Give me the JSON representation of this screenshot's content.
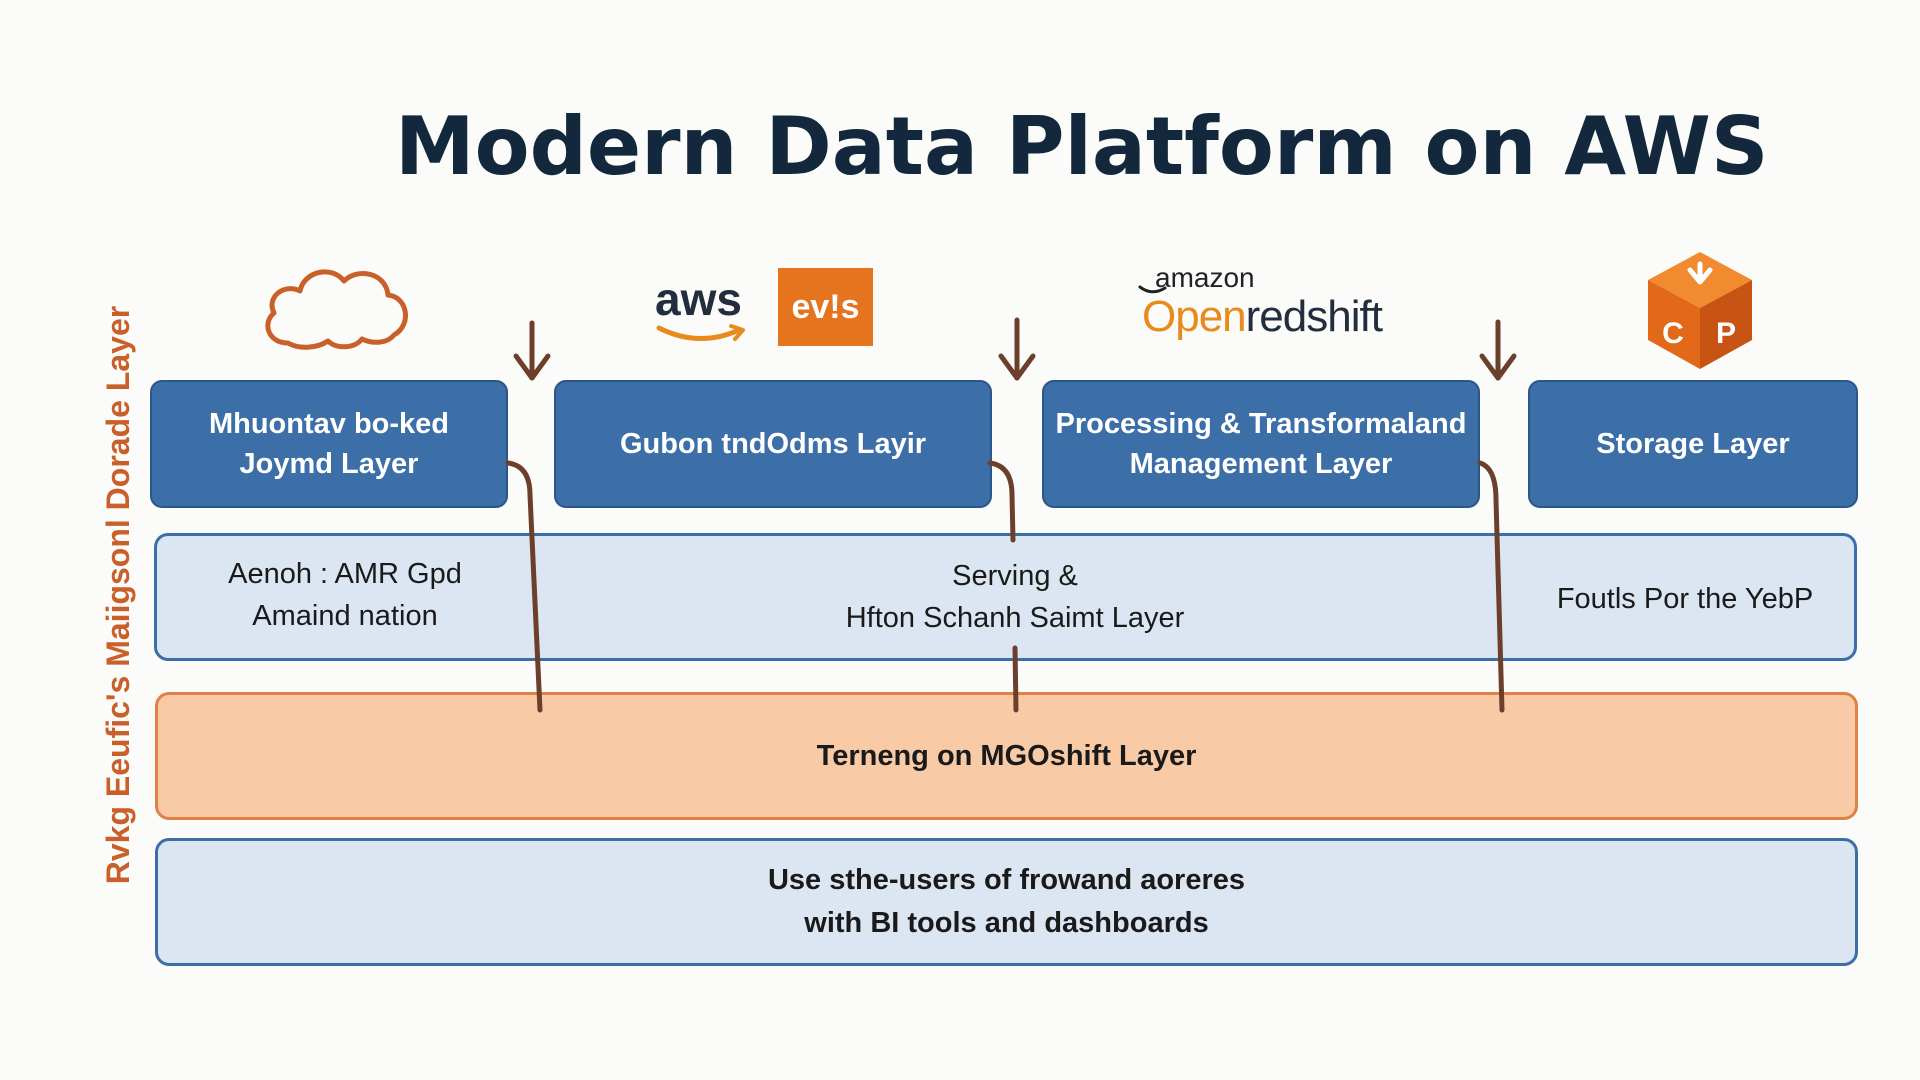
{
  "title": "Modern Data Platform on AWS",
  "side_label": "Rvkg Eeufic's Maiigsonl Dorade Layer",
  "logos": {
    "cloud_icon": "cloud-icon",
    "aws_text": "aws",
    "evls_text": "ev!s",
    "amazon_text": "amazon",
    "open_text": "Open",
    "redshift_text": "redshift",
    "cube_letters": [
      "C",
      "P"
    ]
  },
  "top_layers": [
    {
      "line1": "Mhuontav bo-ked",
      "line2": "Joymd Layer"
    },
    {
      "line1": "Gubon tndOdms Layir",
      "line2": ""
    },
    {
      "line1": "Processing & Transformaland",
      "line2": "Management Layer"
    },
    {
      "line1": "Storage Layer",
      "line2": ""
    }
  ],
  "serving": {
    "left_line1": "Aenoh : AMR Gpd",
    "left_line2": "Amaind nation",
    "center_line1": "Serving &",
    "center_line2": "Hfton Schanh Saimt Layer",
    "right": "Foutls Por the YebP"
  },
  "orange_layer": "Terneng on MGOshift Layer",
  "users": {
    "line1": "Use sthe-users of frowand aoreres",
    "line2": "with BI tools and dashboards"
  },
  "colors": {
    "title": "#13283d",
    "layer_blue": "#3c6ea8",
    "band_light_blue": "#dbe6f2",
    "orange_fill": "#f8cba6",
    "orange_border": "#e08148",
    "accent_orange": "#e6741e",
    "connector_brown": "#6b3f2a"
  }
}
